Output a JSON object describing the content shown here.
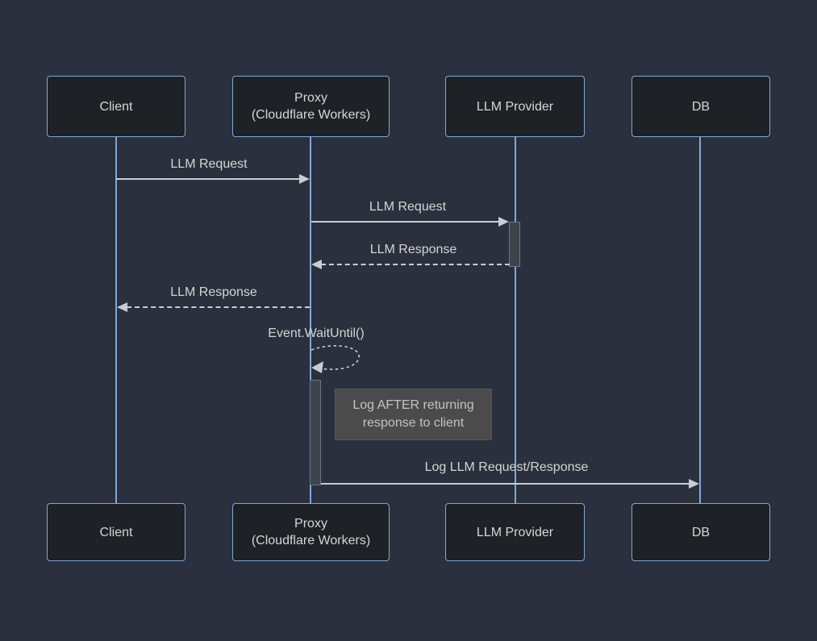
{
  "diagram": {
    "type": "sequence-diagram",
    "participants": [
      {
        "id": "client",
        "lines": [
          "Client"
        ]
      },
      {
        "id": "proxy",
        "lines": [
          "Proxy",
          "(Cloudflare Workers)"
        ]
      },
      {
        "id": "provider",
        "lines": [
          "LLM Provider"
        ]
      },
      {
        "id": "db",
        "lines": [
          "DB"
        ]
      }
    ],
    "messages": {
      "m1": {
        "label": "LLM Request",
        "from": "client",
        "to": "proxy",
        "style": "solid"
      },
      "m2": {
        "label": "LLM Request",
        "from": "proxy",
        "to": "provider",
        "style": "solid"
      },
      "m3": {
        "label": "LLM Response",
        "from": "provider",
        "to": "proxy",
        "style": "dashed"
      },
      "m4": {
        "label": "LLM Response",
        "from": "proxy",
        "to": "client",
        "style": "dashed"
      },
      "self_call": {
        "label": "Event.WaitUntil()",
        "on": "proxy",
        "style": "dashed-loop"
      },
      "m5": {
        "label": "Log LLM Request/Response",
        "from": "proxy",
        "to": "db",
        "style": "solid"
      }
    },
    "note": {
      "line1": "Log AFTER returning",
      "line2": "response to client"
    },
    "colors": {
      "background": "#2a303d",
      "actor_fill": "#1e2126",
      "actor_border": "#7fa8d9",
      "lifeline": "#7fa8d9",
      "text": "#d6d6d6",
      "arrow": "#c9cdd1",
      "note_fill": "#4b4b4b",
      "note_text": "#c3c3c3",
      "activation_fill": "#3e444c"
    }
  }
}
